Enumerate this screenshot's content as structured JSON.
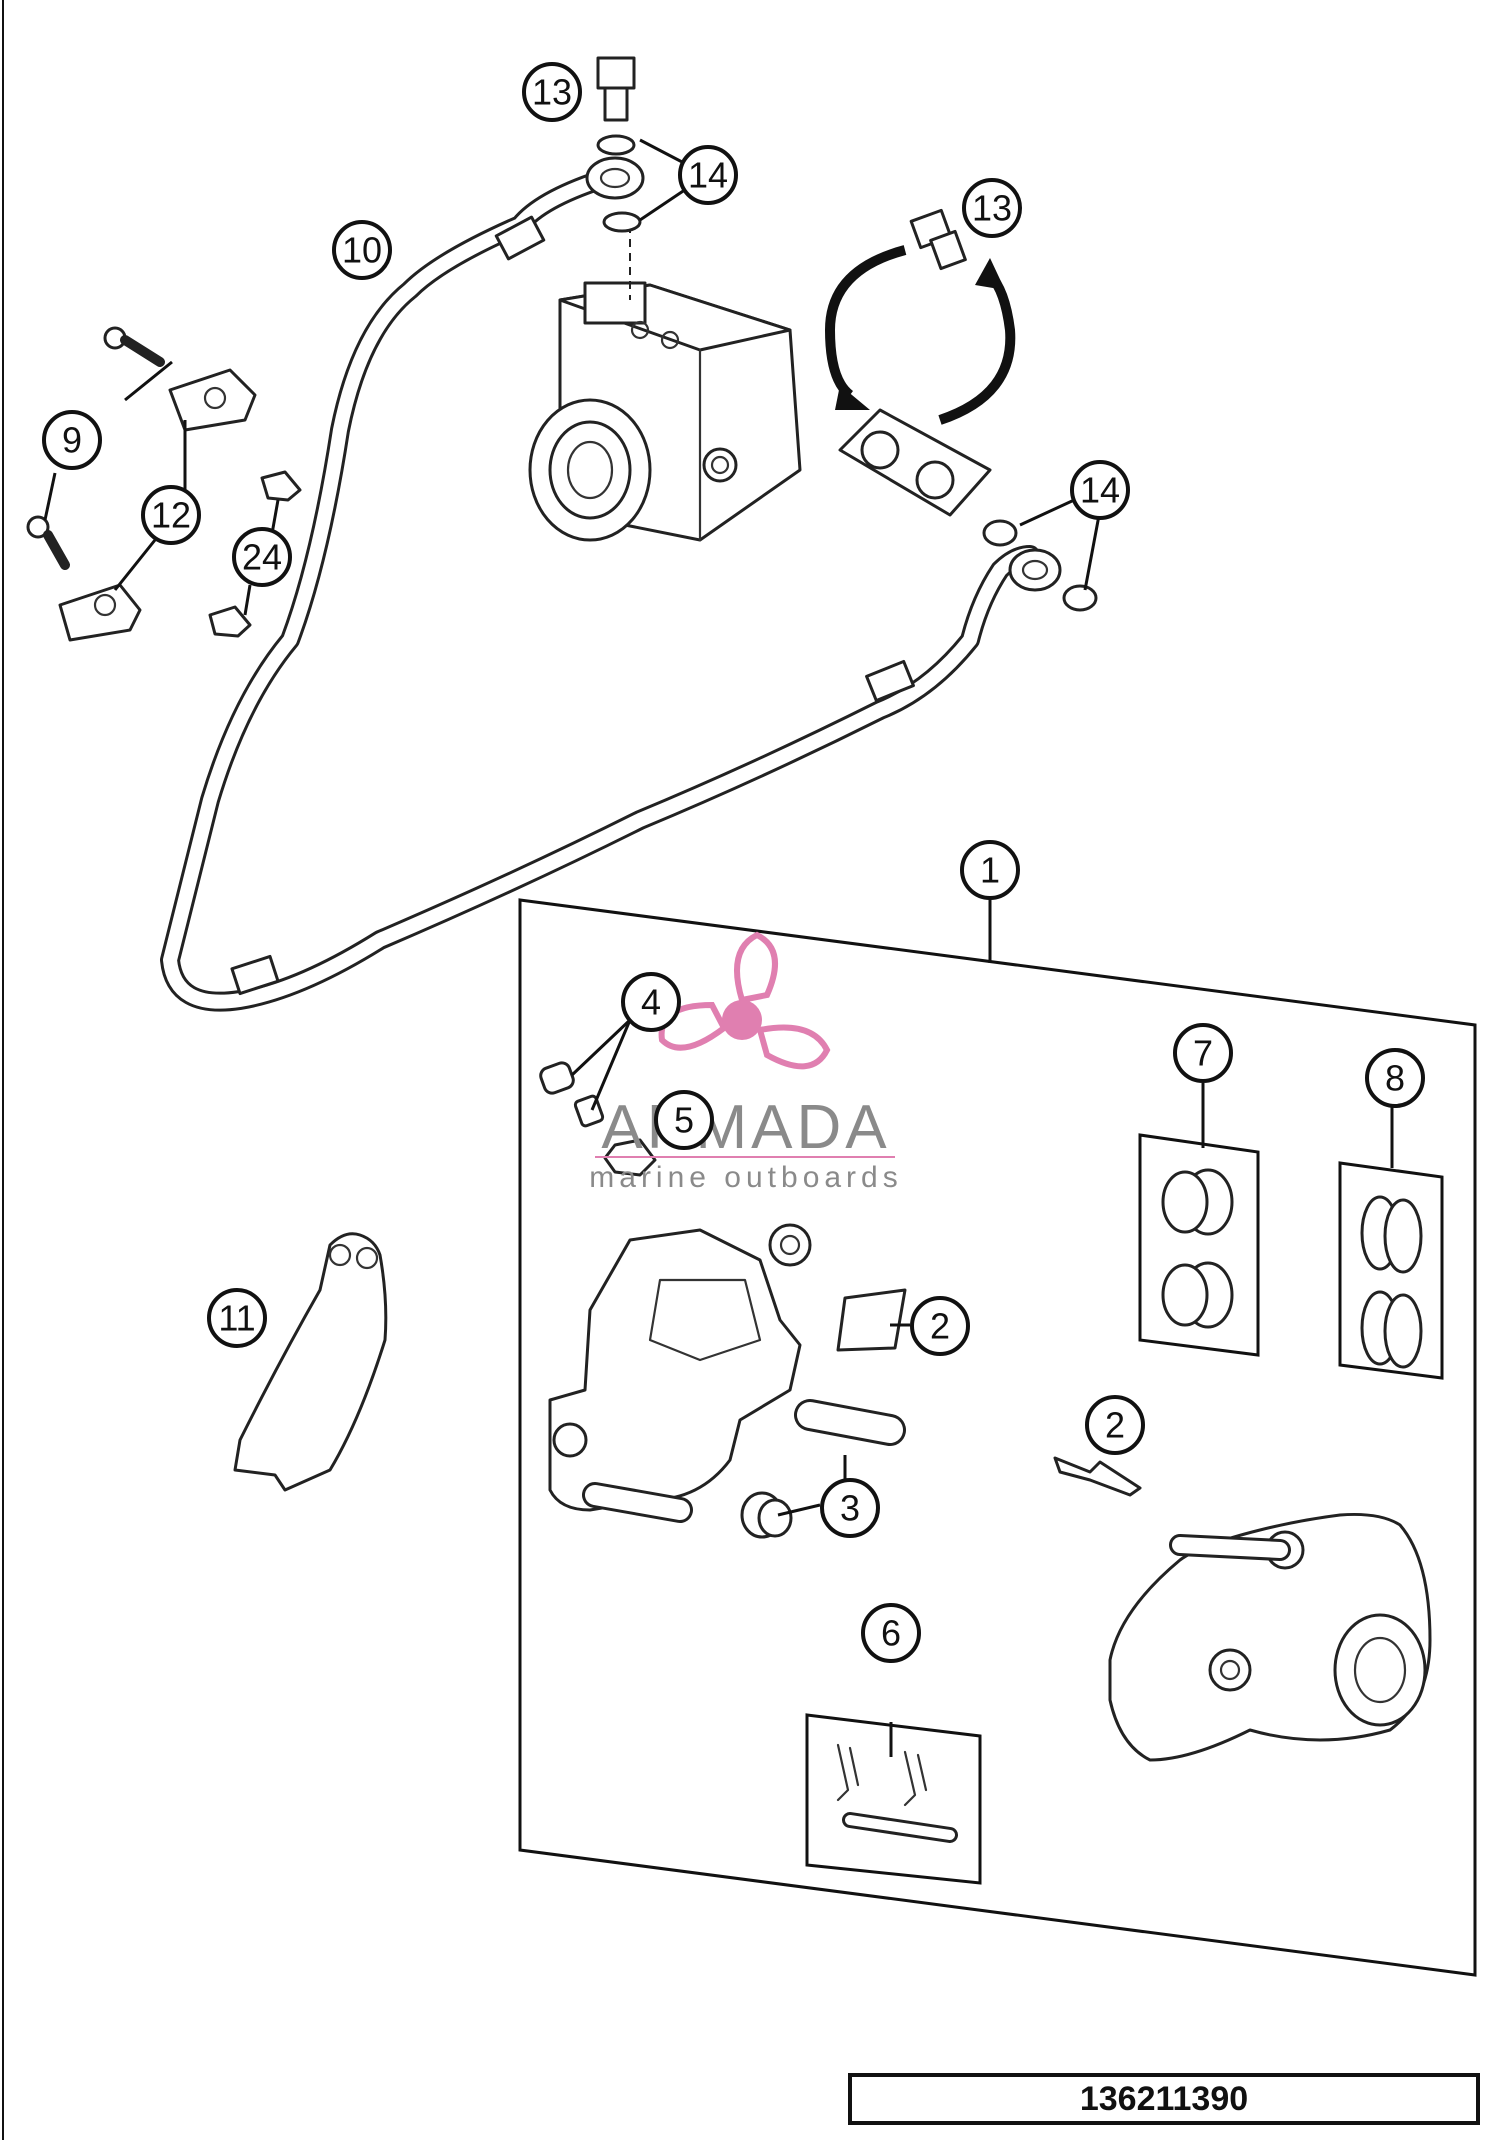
{
  "diagram": {
    "callouts": [
      {
        "id": "callout-1",
        "label": "1"
      },
      {
        "id": "callout-2a",
        "label": "2"
      },
      {
        "id": "callout-2b",
        "label": "2"
      },
      {
        "id": "callout-3",
        "label": "3"
      },
      {
        "id": "callout-4",
        "label": "4"
      },
      {
        "id": "callout-5",
        "label": "5"
      },
      {
        "id": "callout-6",
        "label": "6"
      },
      {
        "id": "callout-7",
        "label": "7"
      },
      {
        "id": "callout-8",
        "label": "8"
      },
      {
        "id": "callout-9",
        "label": "9"
      },
      {
        "id": "callout-10",
        "label": "10"
      },
      {
        "id": "callout-11",
        "label": "11"
      },
      {
        "id": "callout-12",
        "label": "12"
      },
      {
        "id": "callout-13a",
        "label": "13"
      },
      {
        "id": "callout-13b",
        "label": "13"
      },
      {
        "id": "callout-14a",
        "label": "14"
      },
      {
        "id": "callout-14b",
        "label": "14"
      },
      {
        "id": "callout-24",
        "label": "24"
      }
    ],
    "document_number": "136211390"
  },
  "watermark": {
    "brand": "ARMADA",
    "tagline": "marine outboards",
    "logo_icon": "propeller-icon",
    "color": "#e07fb0"
  }
}
